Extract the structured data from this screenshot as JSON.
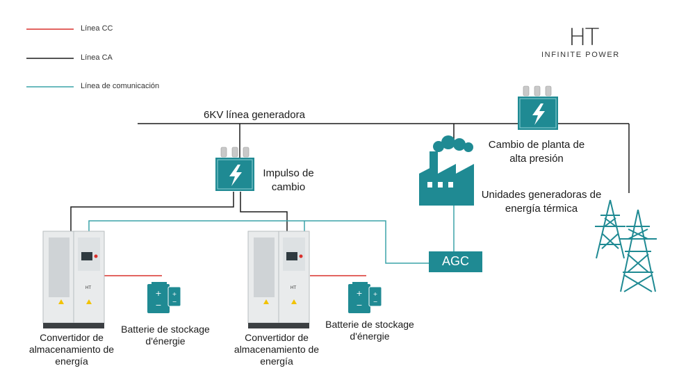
{
  "legend": {
    "dc_line": "Línea CC",
    "ac_line": "Línea CA",
    "comm_line": "Línea de comunicación"
  },
  "logo": {
    "mark": "HT",
    "tagline": "INFINITE POWER"
  },
  "bus": {
    "label": "6KV línea generadora"
  },
  "nodes": {
    "step_up_transformer": "Impulso de cambio",
    "hv_substation": "Cambio de planta de alta presión",
    "thermal_units": "Unidades generadoras de energía térmica",
    "agc": "AGC",
    "pcs_left": "Convertidor de almacenamiento de energía",
    "pcs_right": "Convertidor de almacenamiento de energía",
    "battery_left": "Batterie de stockage d'énergie",
    "battery_right": "Batterie de stockage d'énergie"
  },
  "colors": {
    "dc": "#d9302c",
    "ac": "#1a1a1a",
    "comm": "#3aa3a8",
    "accent": "#1f8a93"
  }
}
